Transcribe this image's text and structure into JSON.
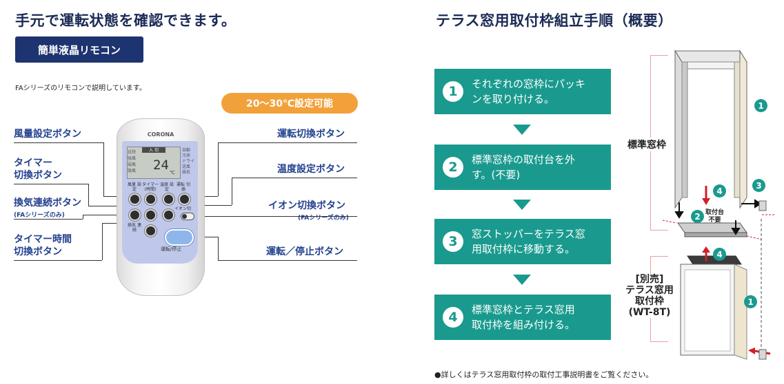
{
  "left": {
    "heading": "手元で運転状態を確認できます。",
    "badge": "簡単液晶リモコン",
    "note": "FAシリーズのリモコンで説明しています。",
    "temp_pill": "20～30℃設定可能",
    "labels": {
      "fan_speed": "風量設定ボタン",
      "timer_switch_1": "タイマー",
      "timer_switch_2": "切換ボタン",
      "ventilation": "換気連続ボタン",
      "ventilation_note": "(FAシリーズのみ)",
      "timer_time_1": "タイマー時間",
      "timer_time_2": "切換ボタン",
      "mode_switch": "運転切換ボタン",
      "temperature": "温度設定ボタン",
      "ion_switch": "イオン切換ボタン",
      "ion_note": "(FAシリーズのみ)",
      "run_stop": "運転／停止ボタン"
    },
    "remote": {
      "logo": "CORONA",
      "lcd_tag": "入 切",
      "lcd_digits": "24",
      "lcd_unit": "℃",
      "lcd_left": [
        "日除",
        "強風",
        "弱風",
        "微風"
      ],
      "lcd_right": [
        "自動",
        "冷房",
        "ドライ",
        "送風",
        "換気"
      ],
      "btn_fan": "風量 設定",
      "btn_timer": "タイマー (時間)",
      "btn_temp": "温度 設定",
      "btn_mode": "運転 切換",
      "btn_ion": "イオン切",
      "btn_vent": "換気 連続",
      "btn_power": "運転/停止"
    }
  },
  "right": {
    "heading": "テラス窓用取付枠組立手順（概要）",
    "steps": [
      {
        "num": "1",
        "line1": "それぞれの窓枠にパッキ",
        "line2": "ンを取り付ける。"
      },
      {
        "num": "2",
        "line1": "標準窓枠の取付台を外",
        "line2": "す。(不要)"
      },
      {
        "num": "3",
        "line1": "窓ストッパーをテラス窓",
        "line2": "用取付枠に移動する。"
      },
      {
        "num": "4",
        "line1": "標準窓枠とテラス窓用",
        "line2": "取付枠を組み付ける。"
      }
    ],
    "diagram": {
      "standard_frame": "標準窓枠",
      "sold_sep_1": "[別売]",
      "sold_sep_2": "テラス窓用",
      "sold_sep_3": "取付枠",
      "sold_sep_4": "(WT-8T)",
      "mount_1": "取付台",
      "mount_2": "不要",
      "n1": "1",
      "n2": "2",
      "n3": "3",
      "n4": "4"
    },
    "footer": "●詳しくはテラス窓用取付枠の取付工事説明書をご覧ください。"
  },
  "colors": {
    "navy": "#1e3470",
    "label_blue": "#23418e",
    "teal": "#1a9a8e",
    "orange": "#f2a13a",
    "red_arrow": "#d11f2a"
  }
}
